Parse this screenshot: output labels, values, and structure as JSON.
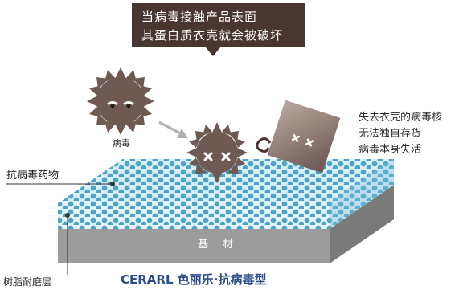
{
  "bubble": {
    "line1": "当病毒接触产品表面",
    "line2": "其蛋白质衣壳就会被破坏"
  },
  "virus_label": "病毒",
  "right_text": {
    "line1": "失去衣壳的病毒核",
    "line2": "无法独自存货",
    "line3": "病毒本身失活"
  },
  "layer_labels": {
    "agent": "抗病毒药物",
    "resin": "树脂耐磨层",
    "base": "基材"
  },
  "footer_title": "CERARL 色丽乐·抗病毒型",
  "colors": {
    "virus": "#6e5a52",
    "bubble": "#4a3630",
    "dots": "#4aa6c6",
    "layer_top": "#dceef6",
    "base_gray": "#9c9c9c",
    "base_side": "#7a7a7a",
    "footer": "#2b4d8a"
  },
  "icons": {
    "virus_intact": "virus-icon",
    "virus_destroyed": "virus-destroyed-icon",
    "virus_core": "virus-core-icon",
    "arrow": "arrow-icon",
    "fragment": "shell-fragment-icon"
  }
}
